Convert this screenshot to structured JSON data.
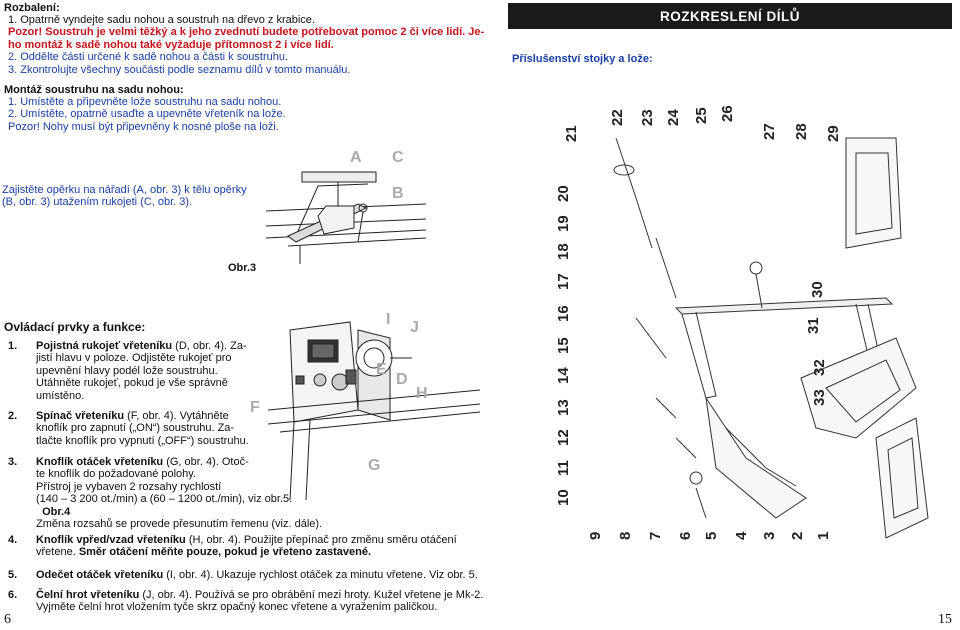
{
  "left": {
    "rozbaleni": {
      "heading": "Rozbalení:",
      "lines": [
        {
          "kind": "text",
          "text": "1.   Opatrně vyndejte sadu nohou a soustruh na dřevo z krabice."
        },
        {
          "kind": "red",
          "text": "Pozor! Soustruh je velmi těžký a k jeho zvednutí budete potřebovat pomoc 2 či více lidí. Je-"
        },
        {
          "kind": "red",
          "text": "ho montáž k sadě nohou také vyžaduje přítomnost 2 i více lidí."
        },
        {
          "kind": "blue",
          "text": "2.   Oddělte části určené k sadě nohou a části k soustruhu."
        },
        {
          "kind": "blue",
          "text": "3.   Zkontrolujte všechny součásti podle seznamu dílů v tomto manuálu."
        }
      ]
    },
    "montaz": {
      "heading": "Montáž soustruhu na sadu nohou:",
      "lines": [
        {
          "kind": "blue",
          "text": "1.   Umístěte a připevněte lože soustruhu na sadu nohou."
        },
        {
          "kind": "blue",
          "text": "2.   Umístěte, opatrně usaďte a upevněte vřeteník na lože."
        },
        {
          "kind": "blue",
          "text": "Pozor! Nohy musí být připevněny k nosné ploše na loži."
        }
      ]
    },
    "zajistete": {
      "lines": [
        "Zajistěte opěrku na nářadí (A, obr. 3) k tělu opěrky",
        "(B, obr. 3) utažením rukojeti (C, obr. 3)."
      ]
    },
    "fig3": {
      "caption": "Obr.3",
      "letters": [
        "A",
        "C",
        "B"
      ]
    },
    "fig4": {
      "letters": [
        "I",
        "J",
        "E",
        "D",
        "H",
        "F",
        "G"
      ]
    },
    "ovladaci": {
      "heading": "Ovládací prvky a funkce:",
      "items": [
        {
          "num": "1.",
          "lines": [
            {
              "b": "Pojistná rukojeť vřeteníku",
              "t": " (D, obr. 4). Za-"
            },
            {
              "b": "",
              "t": "jistí hlavu v poloze. Odjistěte rukojeť pro"
            },
            {
              "b": "",
              "t": "upevnění hlavy podél lože soustruhu."
            },
            {
              "b": "",
              "t": "Utáhněte rukojeť, pokud je vše správně"
            },
            {
              "b": "",
              "t": "umístěno."
            }
          ]
        },
        {
          "num": "2.",
          "lines": [
            {
              "b": "Spínač vřeteníku",
              "t": " (F, obr. 4). Vytáhněte"
            },
            {
              "b": "",
              "t": "knoflík pro zapnutí („ON“) soustruhu. Za-"
            },
            {
              "b": "",
              "t": "tlačte knoflík pro vypnutí („OFF“) soustruhu."
            }
          ]
        }
      ]
    },
    "page_number": "6"
  },
  "bottom": {
    "item3": {
      "num": "3.",
      "lines": [
        {
          "b": "Knoflík otáček vřeteníku",
          "t": " (G, obr. 4). Otoč-"
        },
        {
          "b": "",
          "t": "te knoflík do požadované polohy."
        },
        {
          "b": "",
          "t": "  Přístroj je vybaven 2 rozsahy rychlostí"
        },
        {
          "b": "",
          "t": "  (140 – 3 200 ot./min) a (60 – 1200 ot./min), viz obr.5."
        },
        {
          "b": "  Obr.4",
          "t": ""
        },
        {
          "b": "",
          "t": "  Změna rozsahů se provede přesunutím řemenu (viz. dále)."
        }
      ]
    },
    "item4": {
      "num": "4.",
      "line1_bold": "Knoflík vpřed/vzad vřeteníku",
      "line1_rest": " (H, obr. 4). Použijte přepínač pro změnu směru otáčení",
      "line2_plain": "vřetene. ",
      "line2_bold": "Směr otáčení měňte pouze, pokud je vřeteno zastavené."
    },
    "item5": {
      "num": "5.",
      "bold": "Odečet otáček vřeteníku",
      "rest": " (I, obr. 4). Ukazuje rychlost otáček za minutu vřetene. Viz obr. 5."
    },
    "item6": {
      "num": "6.",
      "bold": "Čelní hrot vřeteníku",
      "rest": " (J, obr. 4). Používá se pro obrábění mezi hroty. Kužel vřetene je Mk-2.",
      "line2": "Vyjměte čelní hrot vložením tyče skrz opačný konec vřetene a vyražením paličkou."
    }
  },
  "right": {
    "banner": "ROZKRESLENÍ DÍLŮ",
    "subtitle": "Příslušenství stojky a lože:",
    "part_numbers": [
      "21",
      "22",
      "23",
      "24",
      "25",
      "26",
      "27",
      "28",
      "29",
      "20",
      "19",
      "18",
      "17",
      "16",
      "15",
      "14",
      "13",
      "12",
      "11",
      "10",
      "9",
      "8",
      "7",
      "6",
      "5",
      "4",
      "3",
      "2",
      "1",
      "30",
      "31",
      "32",
      "33"
    ],
    "page_number": "15"
  }
}
